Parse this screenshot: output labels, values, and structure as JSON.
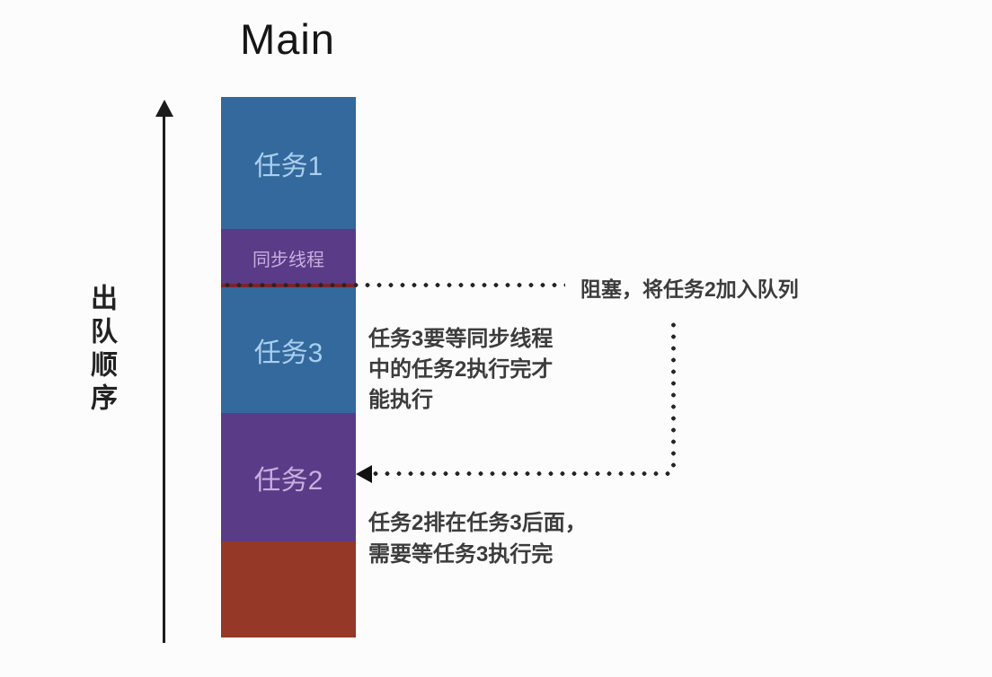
{
  "title": "Main",
  "left_axis": {
    "label": "出队顺序"
  },
  "column": {
    "blocks": [
      {
        "id": "task1",
        "label": "任务1",
        "color": "#33699c",
        "text_color": "#a9cfee"
      },
      {
        "id": "sync-thread",
        "label": "同步线程",
        "color": "#5a3b87",
        "text_color": "#c9aede"
      },
      {
        "id": "task3",
        "label": "任务3",
        "color": "#33699c",
        "text_color": "#a9cfee"
      },
      {
        "id": "task2",
        "label": "任务2",
        "color": "#5a3b87",
        "text_color": "#c9aede"
      },
      {
        "id": "tail",
        "label": "",
        "color": "#953827",
        "text_color": "#ffffff"
      }
    ]
  },
  "annotations": {
    "block_note": "阻塞，将任务2加入队列",
    "task3_note_lines": [
      "任务3要等同步线程",
      "中的任务2执行完才",
      "能执行"
    ],
    "task2_note_lines": [
      "任务2排在任务3后面，",
      "需要等任务3执行完"
    ]
  },
  "colors": {
    "background": "#fcfcfc",
    "block_blue": "#33699c",
    "block_purple": "#5a3b87",
    "block_red": "#953827",
    "boundary_red": "#7d2330",
    "dotted_line": "#262626",
    "axis_arrow": "#1c1c1c",
    "annotation_text": "#3c3c3c"
  }
}
